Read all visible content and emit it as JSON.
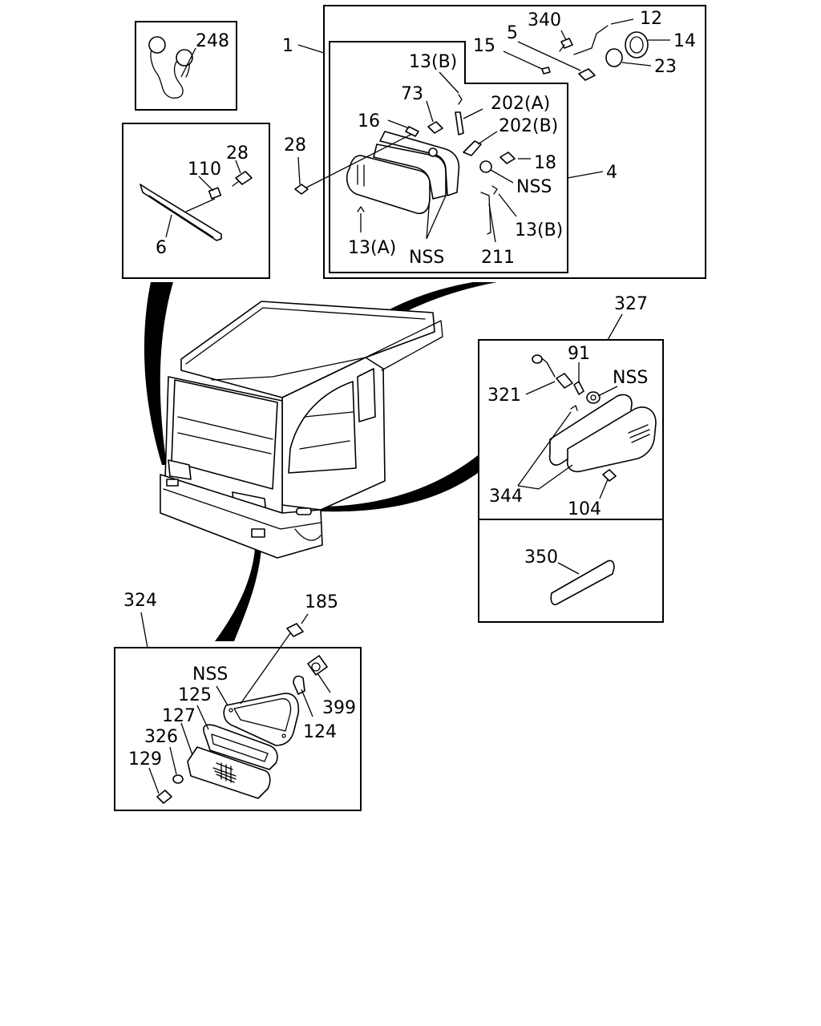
{
  "labels": {
    "l248": "248",
    "l28a": "28",
    "l110": "110",
    "l6": "6",
    "l1": "1",
    "l4": "4",
    "l28b": "28",
    "l13b1": "13(B)",
    "l15": "15",
    "l5": "5",
    "l340": "340",
    "l12": "12",
    "l14": "14",
    "l23": "23",
    "l73": "73",
    "l16": "16",
    "l202a": "202(A)",
    "l202b": "202(B)",
    "l18": "18",
    "nss1": "NSS",
    "l13a": "13(A)",
    "nss2": "NSS",
    "l211": "211",
    "l13b2": "13(B)",
    "l327": "327",
    "l91": "91",
    "nss3": "NSS",
    "l321": "321",
    "l344": "344",
    "l104": "104",
    "l350": "350",
    "l324": "324",
    "l185": "185",
    "nss4": "NSS",
    "l125": "125",
    "l127": "127",
    "l326": "326",
    "l129": "129",
    "l399": "399",
    "l124": "124"
  }
}
